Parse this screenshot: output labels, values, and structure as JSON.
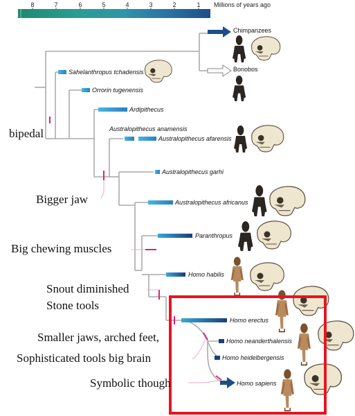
{
  "timescale": {
    "label": "Millions of years ago",
    "ticks": [
      "8",
      "7",
      "6",
      "5",
      "4",
      "3",
      "2",
      "1"
    ],
    "gradient": [
      "#1f8a6e",
      "#2a9c93",
      "#2f95a8",
      "#2a6fa3",
      "#1d4f86"
    ]
  },
  "species": [
    {
      "id": "chimpanzees",
      "label": "Chimpanzees"
    },
    {
      "id": "bonobos",
      "label": "Bonobos"
    },
    {
      "id": "sahelanthropus",
      "label": "Sahelanthropus tchadensis"
    },
    {
      "id": "orrorin",
      "label": "Orrorin tugenensis"
    },
    {
      "id": "ardipithecus",
      "label": "Ardipithecus"
    },
    {
      "id": "anamensis",
      "label": "Australopithecus anamensis"
    },
    {
      "id": "afarensis",
      "label": "Australopithecus afarensis"
    },
    {
      "id": "garhi",
      "label": "Australopithecus garhi"
    },
    {
      "id": "africanus",
      "label": "Australopithecus africanus"
    },
    {
      "id": "paranthropus",
      "label": "Paranthropus"
    },
    {
      "id": "habilis",
      "label": "Homo habilis"
    },
    {
      "id": "erectus",
      "label": "Homo erectus"
    },
    {
      "id": "neanderthalensis",
      "label": "Homo neanderthalensis"
    },
    {
      "id": "heidelbergensis",
      "label": "Homo heidelbergensis"
    },
    {
      "id": "sapiens",
      "label": "Homo sapiens"
    }
  ],
  "annotations": {
    "bipedal": "bipedal",
    "bigger_jaw": "Bigger jaw",
    "chewing": "Big chewing muscles",
    "snout": "Snout diminished",
    "stone_tools": "Stone tools",
    "smaller_jaws": "Smaller jaws, arched feet,",
    "sophisticated": "Sophisticated tools big brain",
    "symbolic": "Symbolic though"
  },
  "colors": {
    "bar_light": "#3aa8d8",
    "bar_dark": "#1b3f78",
    "marker": "#e0207a",
    "highlight_box": "#e8141e",
    "tree": "#aaaaaa"
  }
}
